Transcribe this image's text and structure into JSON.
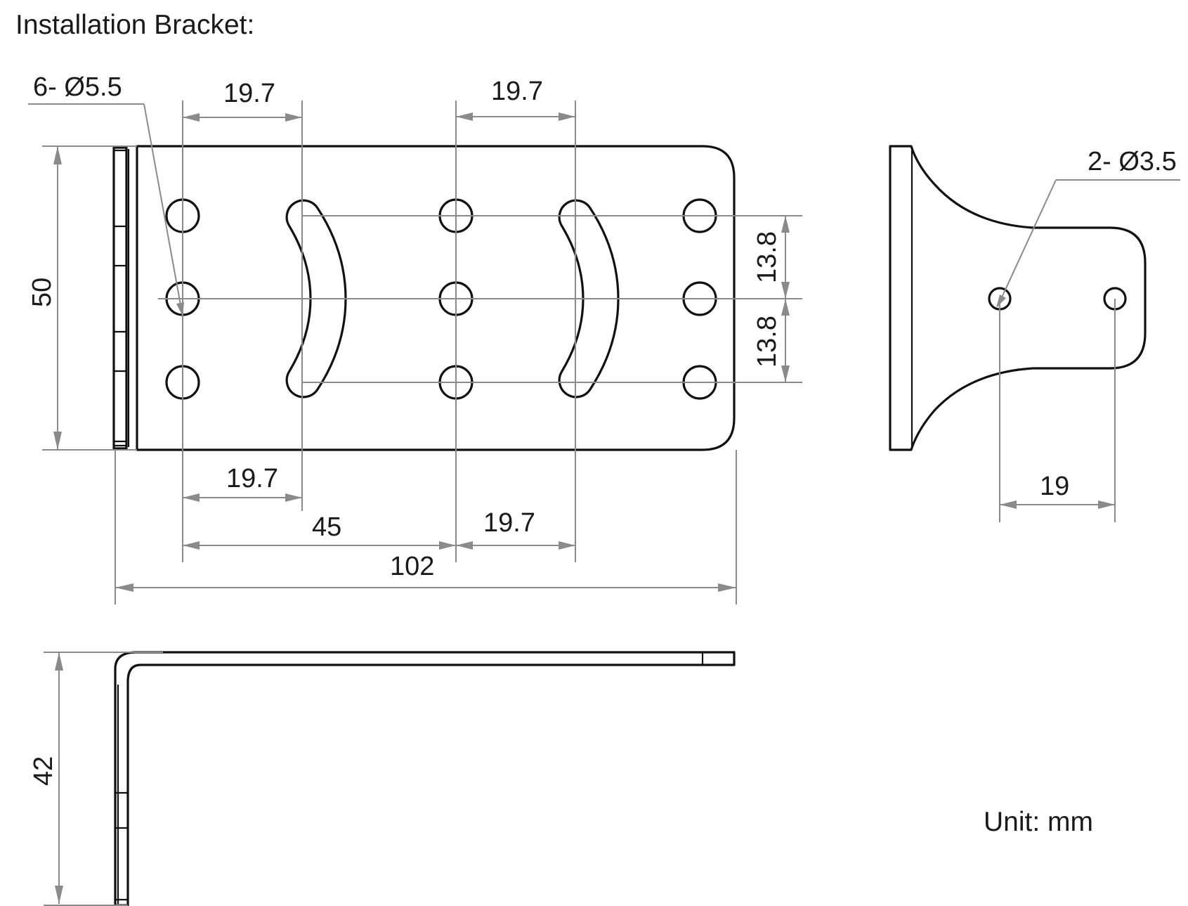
{
  "title": "Installation Bracket:",
  "unit_label": "Unit: mm",
  "dimensions": {
    "hole_callout": "6- Ø5.5",
    "small_hole_callout": "2- Ø3.5",
    "top_left_pitch": "19.7",
    "top_right_pitch": "19.7",
    "bottom_left_pitch": "19.7",
    "bottom_right_pitch": "19.7",
    "hole_to_center": "45",
    "overall_length": "102",
    "overall_width": "50",
    "upper_row_spacing": "13.8",
    "lower_row_spacing": "13.8",
    "side_hole_spacing": "19",
    "flange_height": "42"
  }
}
